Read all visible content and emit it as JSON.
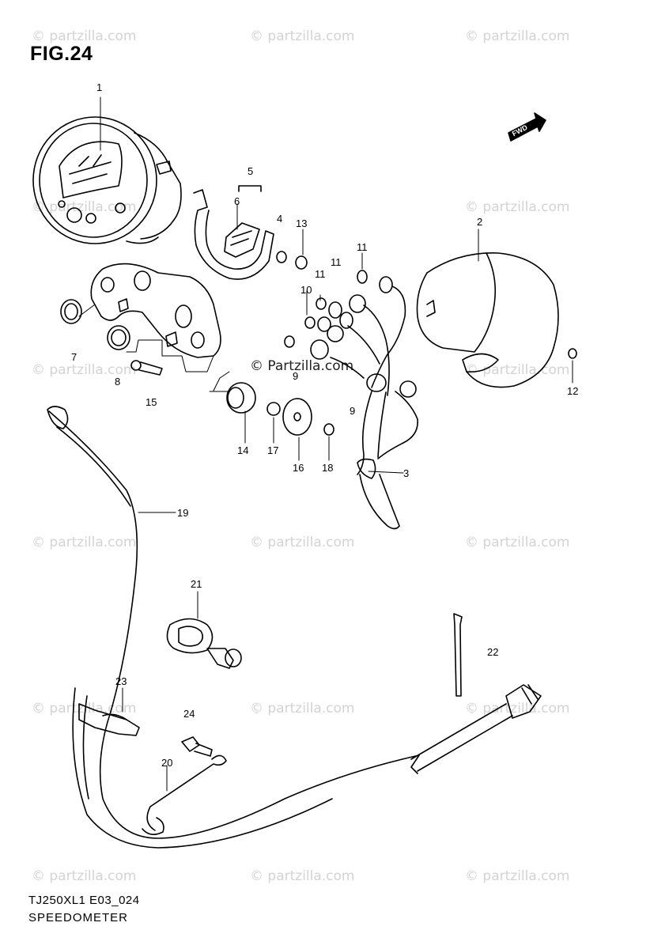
{
  "figure": {
    "title": "FIG.24",
    "code": "TJ250XL1 E03_024",
    "name": "SPEEDOMETER"
  },
  "direction_marker": {
    "label": "FWD"
  },
  "watermark": {
    "text": "© Partzilla.com",
    "text_alt": "© partzilla.com"
  },
  "callouts": {
    "c1": "1",
    "c2": "2",
    "c3": "3",
    "c4": "4",
    "c5": "5",
    "c6": "6",
    "c7": "7",
    "c8": "8",
    "c9a": "9",
    "c9b": "9",
    "c10": "10",
    "c11a": "11",
    "c11b": "11",
    "c11c": "11",
    "c12": "12",
    "c13": "13",
    "c14": "14",
    "c15": "15",
    "c16": "16",
    "c17": "17",
    "c18": "18",
    "c19": "19",
    "c20": "20",
    "c21": "21",
    "c22": "22",
    "c23": "23",
    "c24": "24"
  }
}
